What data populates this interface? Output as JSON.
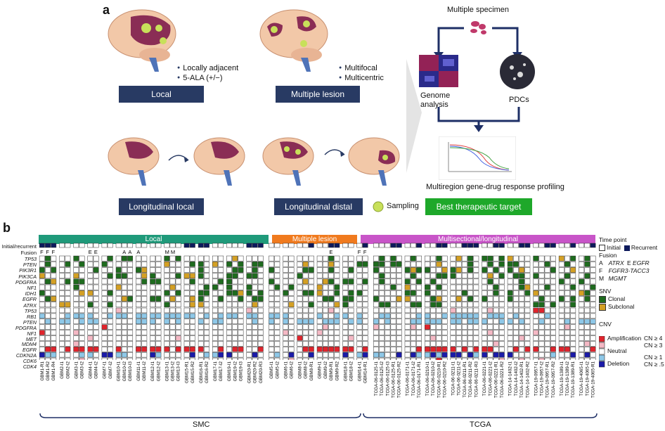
{
  "panel_a": {
    "letter": "a",
    "local": {
      "label": "Local",
      "bullets": [
        "Locally adjacent",
        "5-ALA (+/−)"
      ]
    },
    "multiple": {
      "label": "Multiple lesion",
      "bullets": [
        "Multifocal",
        "Multicentric"
      ]
    },
    "long_local": {
      "label": "Longitudinal local"
    },
    "long_distal": {
      "label": "Longitudinal distal"
    },
    "sampling_label": "Sampling",
    "best_target": "Best therapeutic target",
    "specimen_title": "Multiple specimen",
    "genome_label": "Genome\nanalysis",
    "pdc_label": "PDCs",
    "profiling_label": "Multiregion gene-drug response profiling",
    "colors": {
      "navy": "#283a63",
      "green": "#1ea82a",
      "brain": "#f2c8a8",
      "lesion": "#8a2d55",
      "sample": "#c8e05a"
    }
  },
  "panel_b": {
    "letter": "b",
    "groups": [
      {
        "label": "Local",
        "color": "#1f9a7a"
      },
      {
        "label": "Multiple lesion",
        "color": "#f07a1e"
      },
      {
        "label": "Multisectional/longitudinal",
        "color": "#c855c8"
      }
    ],
    "row_labels": {
      "initial_recurrent": "Initial/recurrent",
      "fusion": "Fusion"
    },
    "snv_genes": [
      "TP53",
      "PTEN",
      "PIK3R1",
      "PIK3CA",
      "PDGFRA",
      "NF1",
      "IDH1",
      "EGFR",
      "ATRX"
    ],
    "cnv_genes": [
      "TP53",
      "RB1",
      "PTEN",
      "PDGFRA",
      "NF1",
      "MET",
      "MDM4",
      "EGFR",
      "CDKN2A",
      "CDK6",
      "CDK4"
    ],
    "fusion_marks": [
      "F",
      "F",
      "F",
      "E",
      "E",
      "A",
      "A",
      "A",
      "M",
      "M",
      "E",
      "F",
      "F"
    ],
    "samples": [
      "GBM1-R1",
      "GBM1-R2",
      "GBM1-R4",
      "GBM2-I1",
      "GBM2-I2",
      "GBM3-I1",
      "GBM3-I2",
      "GBM4-I1",
      "GBM4-I2",
      "GBM7-I1",
      "GBM7-I2",
      "GBM10-I1",
      "GBM10-I2",
      "GBM10-I3",
      "GBM11-I1",
      "GBM11-I2",
      "GBM12-I1",
      "GBM12-I2",
      "GBM13-I1",
      "GBM13-I2",
      "GBM13-I3",
      "GBM15-R1",
      "GBM15-R2",
      "GBM16-R1",
      "GBM16-R2",
      "GBM17-I1",
      "GBM17-I2",
      "GBM19-I1",
      "GBM19-I2",
      "GBM19-I3",
      "GBM20-R1",
      "GBM20-R2",
      "GBM20-R3",
      "GBM5-I1",
      "GBM5-I2",
      "GBM6-I1",
      "GBM6-I2",
      "GBM8-I1",
      "GBM8-I2",
      "GBM8-R1",
      "GBM9-I1",
      "GBM9-I2",
      "GBM9-R1",
      "GBM9-R2",
      "GBM18-I1",
      "GBM18-I2",
      "GBM14-I1",
      "GBM14-R1",
      "TCGA-06-0125-I1",
      "TCGA-06-0125-I2",
      "TCGA-06-0125-I3",
      "TCGA-06-0125-R1",
      "TCGA-06-0125-R2",
      "TCGA-06-0171-I1",
      "TCGA-06-0171-I2",
      "TCGA-06-0171-R1",
      "TCGA-06-0210-I1",
      "TCGA-06-0210-I2",
      "TCGA-06-0210-R1",
      "TCGA-06-0210-R2",
      "TCGA-06-0211-I1",
      "TCGA-06-0211-I2",
      "TCGA-06-0211-R1",
      "TCGA-06-0211-R2",
      "TCGA-06-0211-R3",
      "TCGA-06-0221-I1",
      "TCGA-06-0221-I2",
      "TCGA-06-0221-R1",
      "TCGA-06-0221-R2",
      "TCGA-14-1402-I1",
      "TCGA-14-1402-I2",
      "TCGA-14-1402-R1",
      "TCGA-14-1402-R2",
      "TCGA-19-0957-I1",
      "TCGA-19-0957-I2",
      "TCGA-19-0957-R1",
      "TCGA-19-0957-R2",
      "TCGA-19-1389-I1",
      "TCGA-19-1389-I2",
      "TCGA-19-1389-R1",
      "TCGA-19-4065-I1",
      "TCGA-19-4065-I2",
      "TCGA-19-4065-R1"
    ],
    "cohort_labels": [
      "SMC",
      "TCGA"
    ],
    "legend": {
      "time_point_title": "Time point",
      "initial": "Initial",
      "recurrent": "Recurrent",
      "fusion_title": "Fusion",
      "fusion_items": [
        {
          "code": "A",
          "text": "ATRX"
        },
        {
          "code": "E",
          "text": "EGFR"
        },
        {
          "code": "F",
          "text": "FGFR3-TACC3"
        },
        {
          "code": "M",
          "text": "MGMT"
        }
      ],
      "snv_title": "SNV",
      "clonal": "Clonal",
      "subclonal": "Subclonal",
      "cnv_title": "CNV",
      "amplification": "Amplification",
      "neutral": "Neutral",
      "deletion": "Deletion",
      "cn_labels": [
        "CN ≥ 4",
        "CN ≥ 3",
        "CN ≥ 1",
        "CN ≥ .5"
      ]
    },
    "colors": {
      "recurrent": "#0e1a5c",
      "clonal": "#1e6b1e",
      "subclonal": "#d4a024",
      "amp_high": "#e0242c",
      "amp_low": "#f4b8c4",
      "del_low": "#8ec8e8",
      "del_high": "#1a1aa8"
    }
  }
}
